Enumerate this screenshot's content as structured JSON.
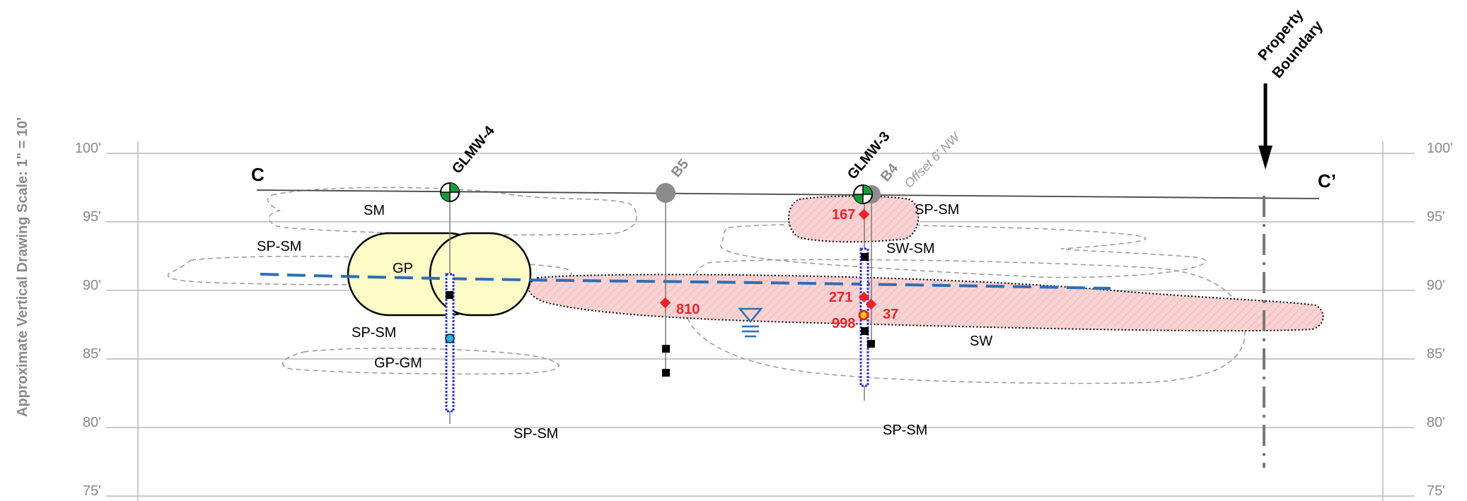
{
  "scale_label": "Approximate Vertical Drawing Scale: 1\" = 10'",
  "elevations": [
    "100'",
    "95'",
    "90'",
    "85'",
    "80'",
    "75'"
  ],
  "section": {
    "start": "C",
    "end": "C’"
  },
  "property_boundary": {
    "line1": "Property",
    "line2": "Boundary"
  },
  "wells": [
    {
      "id": "GLMW-4"
    },
    {
      "id": "B5"
    },
    {
      "id": "GLMW-3"
    },
    {
      "id": "B4"
    }
  ],
  "offset_note": "Offset 6' NW",
  "soils": [
    "SM",
    "SP-SM",
    "GP",
    "SP-SM",
    "GP-GM",
    "SP-SM",
    "SP-SM",
    "SW-SM",
    "SW",
    "SP-SM"
  ],
  "concentrations": [
    "167",
    "810",
    "271",
    "37",
    "998"
  ],
  "colors": {
    "grid": "#b8b8b8",
    "water_table": "#2e6db5",
    "plume_fill": "#f9d3d3",
    "gravel_fill": "#fdfbc6",
    "screen": "#2a35e0",
    "concentration": "#e8242b"
  },
  "icons": [
    "monitoring-well-icon",
    "soil-boring-icon",
    "water-table-icon",
    "sample-marker-icon"
  ]
}
